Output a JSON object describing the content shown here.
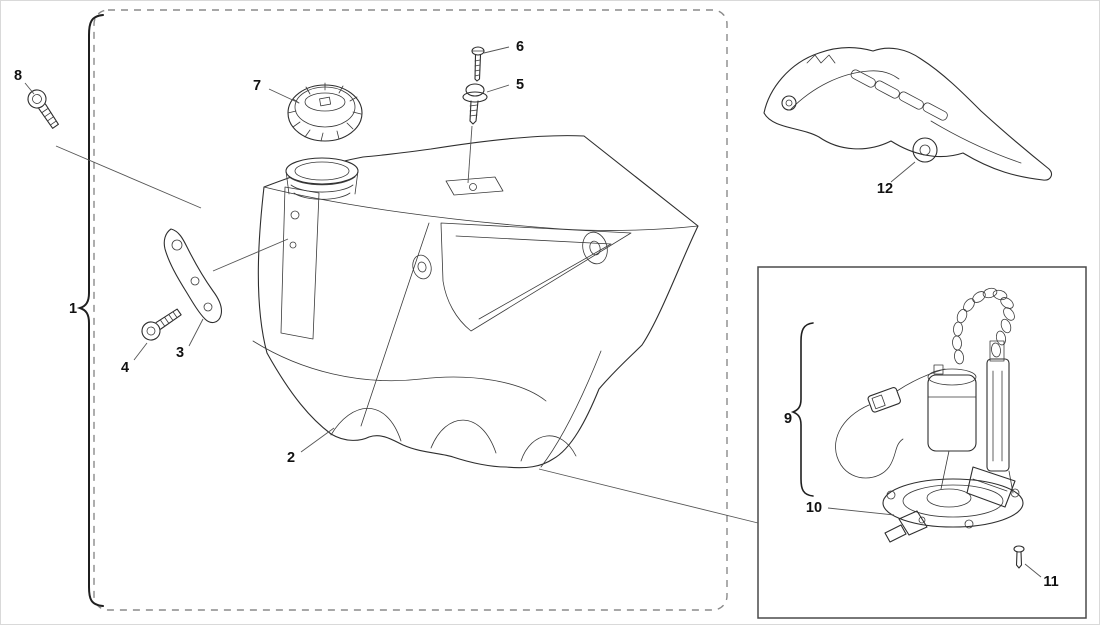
{
  "figure": {
    "description_visible": false,
    "part_labels": {
      "p1": "1",
      "p2": "2",
      "p3": "3",
      "p4": "4",
      "p5": "5",
      "p6": "6",
      "p7": "7",
      "p8": "8",
      "p9": "9",
      "p10": "10",
      "p11": "11",
      "p12": "12"
    },
    "colors": {
      "line": "#2e2e2e",
      "leader": "#555555",
      "dashed_box": "#8a8a8a",
      "solid_box": "#4a4a4a",
      "background": "#ffffff"
    }
  }
}
